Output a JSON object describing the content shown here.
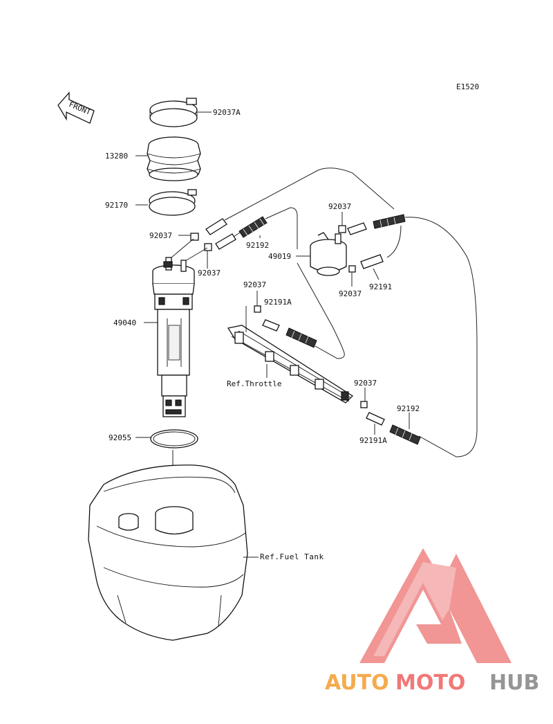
{
  "diagram_code": "E1520",
  "front_label": "FRONT",
  "labels": {
    "p92037A": "92037A",
    "p13280": "13280",
    "p92170": "92170",
    "p92037_a": "92037",
    "p92037_b": "92037",
    "p92192_a": "92192",
    "p49019": "49019",
    "p92037_c": "92037",
    "p92191": "92191",
    "p92037_d": "92037",
    "p92037_e": "92037",
    "p92191A_a": "92191A",
    "p49040": "49040",
    "ref_throttle": "Ref.Throttle",
    "p92037_f": "92037",
    "p92192_b": "92192",
    "p92191A_b": "92191A",
    "p92055": "92055",
    "ref_fuel_tank": "Ref.Fuel Tank"
  },
  "watermark": {
    "part1": "AUTO",
    "part2": "MOTO",
    "part3": "HUB",
    "color_orange": "#f4a23a",
    "color_red": "#ef6a6a",
    "color_gray": "#8a8a8a"
  }
}
